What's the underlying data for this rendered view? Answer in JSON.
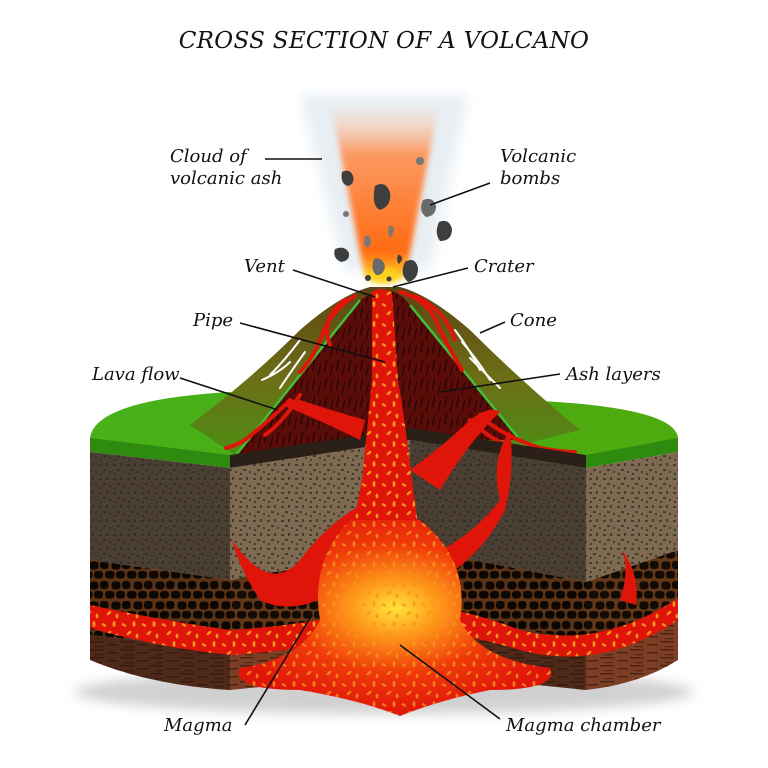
{
  "title": "CROSS SECTION OF A VOLCANO",
  "labels": {
    "cloud_line1": "Cloud of",
    "cloud_line2": "volcanic ash",
    "bombs_line1": "Volcanic",
    "bombs_line2": "bombs",
    "vent": "Vent",
    "crater": "Crater",
    "pipe": "Pipe",
    "cone": "Cone",
    "lava_flow": "Lava flow",
    "ash_layers": "Ash layers",
    "magma": "Magma",
    "magma_chamber": "Magma chamber"
  },
  "colors": {
    "grass": "#4aa515",
    "grass_edge": "#2e8a0e",
    "cone_dark": "#5a4a12",
    "cone_olive": "#6e7a1a",
    "cone_interior": "#5a0d08",
    "lava_red": "#e0150a",
    "lava_orange": "#f57a12",
    "magma_glow": "#ffd21a",
    "soil_top": "#7d6a50",
    "soil_top_side": "#4a3f32",
    "soil_mid": "#b26a34",
    "soil_mid_side": "#7a4622",
    "soil_bottom": "#7c3f24",
    "soil_bottom_side": "#4e2818",
    "ash_plume": "#ff6a1a",
    "ash_haze": "#cfe0ec",
    "bomb_dark": "#3e3e3e",
    "bomb_light": "#6a6a6a"
  }
}
